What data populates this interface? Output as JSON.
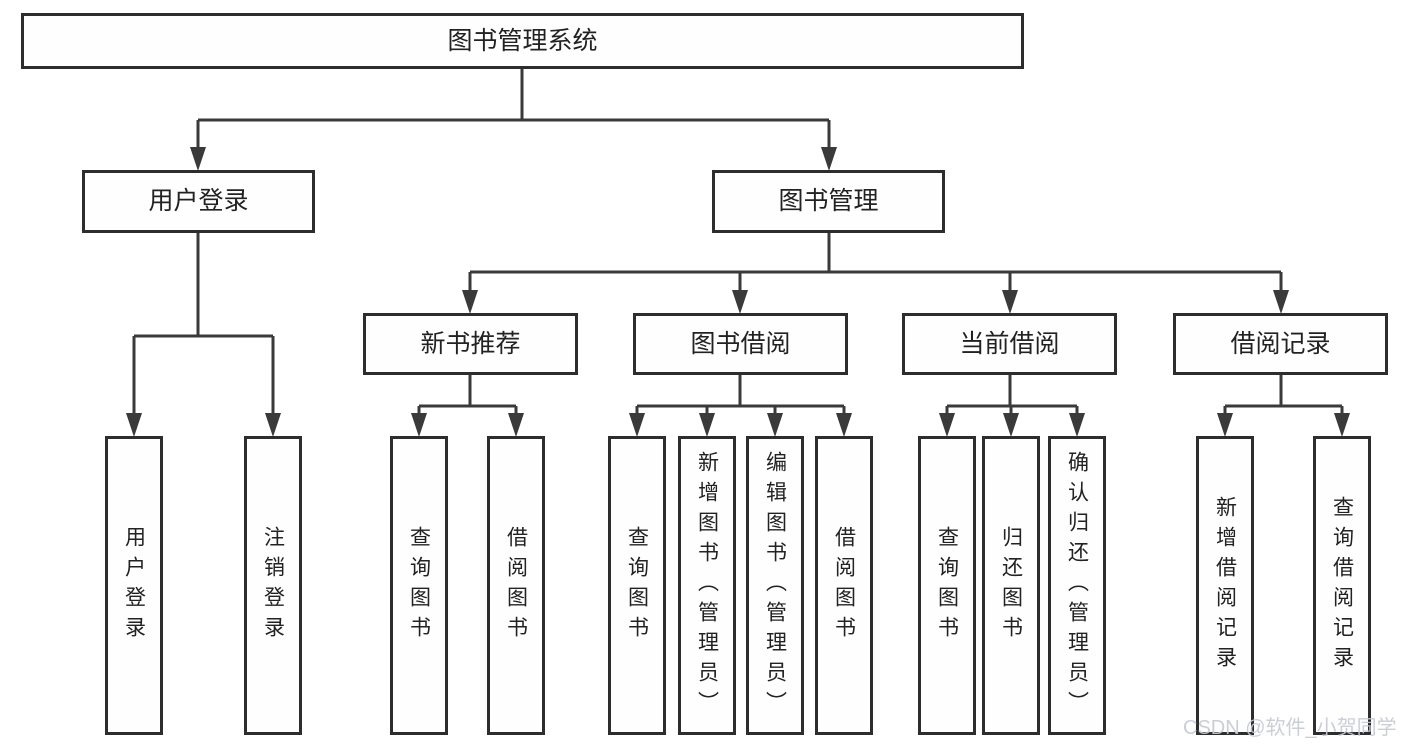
{
  "colors": {
    "box_border": "#2d2d2d",
    "connector_line": "#3a3a3a",
    "text": "#222222",
    "watermark_text": "#c7cbd2",
    "background": "#ffffff"
  },
  "tree": {
    "root": {
      "label": "图书管理系统"
    },
    "branches": [
      {
        "label": "用户登录",
        "children": [
          {
            "label": "用户登录"
          },
          {
            "label": "注销登录"
          }
        ]
      },
      {
        "label": "图书管理",
        "children": [
          {
            "label": "新书推荐",
            "children": [
              {
                "label": "查询图书"
              },
              {
                "label": "借阅图书"
              }
            ]
          },
          {
            "label": "图书借阅",
            "children": [
              {
                "label": "查询图书"
              },
              {
                "label": "新增图书（管理员）"
              },
              {
                "label": "编辑图书（管理员）"
              },
              {
                "label": "借阅图书"
              }
            ]
          },
          {
            "label": "当前借阅",
            "children": [
              {
                "label": "查询图书"
              },
              {
                "label": "归还图书"
              },
              {
                "label": "确认归还（管理员）"
              }
            ]
          },
          {
            "label": "借阅记录",
            "children": [
              {
                "label": "新增借阅记录"
              },
              {
                "label": "查询借阅记录"
              }
            ]
          }
        ]
      }
    ]
  },
  "watermark": {
    "text": "CSDN @软件_小贺同学"
  }
}
